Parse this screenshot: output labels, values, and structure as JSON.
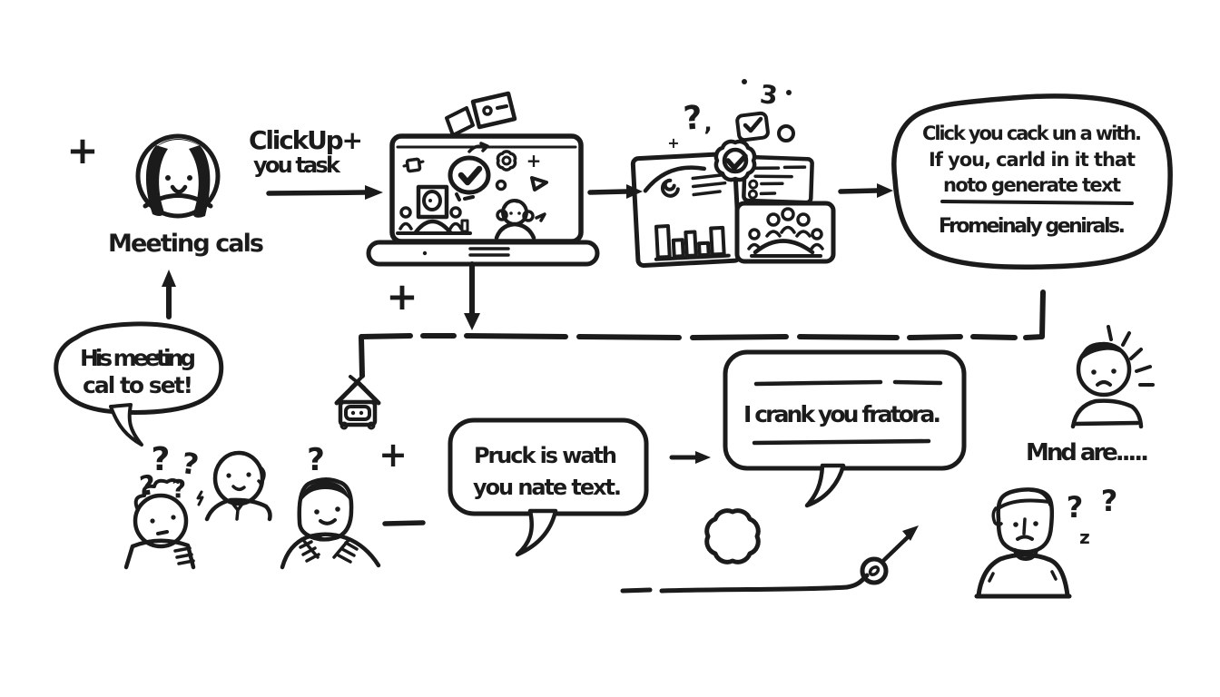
{
  "palette": {
    "ink": "#1b1b1b",
    "background": "#ffffff"
  },
  "top_flow": {
    "corner_plus": "+",
    "avatar_caption": "Meeting cals",
    "arrow_label_line1": "ClickUp+",
    "arrow_label_line2": "you task",
    "result_bubble_line1": "Click you cack un a with.",
    "result_bubble_line2": "If you, carld in it that",
    "result_bubble_line3": "noto generate text",
    "result_bubble_line4": "Fromeinaly genirals."
  },
  "speech": {
    "his_meeting_line1": "His meeting",
    "his_meeting_line2": "cal to set!",
    "pruck_line1": "Pruck is wath",
    "pruck_line2": "you nate text.",
    "crank_line": "I crank you fratora.",
    "mnd_caption": "Mnd are....."
  },
  "marks": {
    "plus": "+",
    "question": "?",
    "three": "3",
    "z": "z",
    "comma": ","
  }
}
